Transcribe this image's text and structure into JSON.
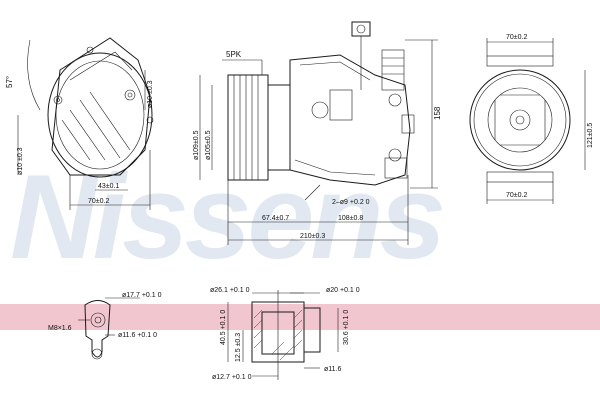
{
  "watermark": "Nissens",
  "colors": {
    "band": "#f2c6cf",
    "watermark": "#c9d7e6",
    "line": "#1a1a1a"
  },
  "labels": {
    "angle": "57°",
    "d10_left": "ø10 ±0.3",
    "d10_top": "ø10 ±0.3",
    "d43": "43±0.1",
    "d70_left": "70±0.2",
    "belt": "5PK",
    "d109": "ø109±0.5",
    "d105": "ø105±0.5",
    "d2x9": "2–ø9 +0.2 0",
    "d67": "67.4±0.7",
    "d108": "108±0.8",
    "d210": "210±0.3",
    "d158": "158",
    "d70_top": "70±0.2",
    "d121": "121±0.5",
    "d70_bottom": "70±0.2",
    "d17": "ø17.7 +0.1 0",
    "m8": "M8×1.6",
    "d11_6a": "ø11.6 +0.1 0",
    "d26": "ø26.1 +0.1 0",
    "d20": "ø20 +0.1 0",
    "d40_5": "40.5 +0.1 0",
    "d30_6": "30.6 +0.1 0",
    "d12_5": "12.5 ±0.3",
    "d12_7": "ø12.7 +0.1 0",
    "d11_6b": "ø11.6"
  }
}
